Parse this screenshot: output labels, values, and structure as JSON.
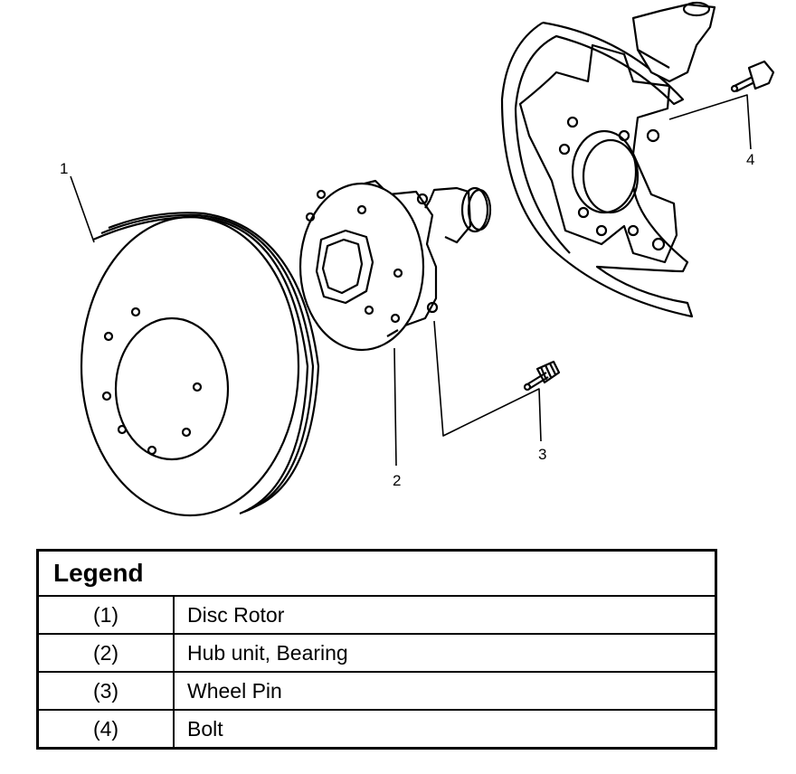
{
  "callouts": [
    "1",
    "2",
    "3",
    "4"
  ],
  "legend": {
    "title": "Legend",
    "rows": [
      {
        "num": "(1)",
        "desc": "Disc Rotor"
      },
      {
        "num": "(2)",
        "desc": "Hub unit, Bearing"
      },
      {
        "num": "(3)",
        "desc": "Wheel Pin"
      },
      {
        "num": "(4)",
        "desc": "Bolt"
      }
    ]
  },
  "colors": {
    "line": "#000000",
    "background": "#ffffff"
  }
}
